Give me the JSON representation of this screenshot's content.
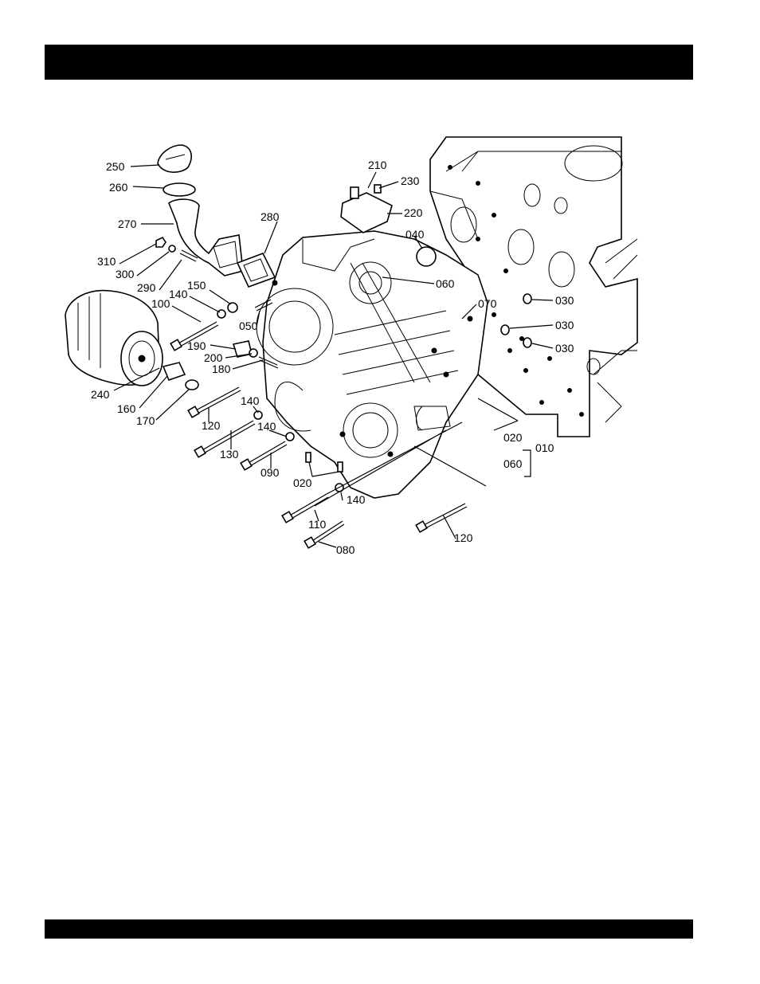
{
  "labels": {
    "p250": "250",
    "p260": "260",
    "p270": "270",
    "p280": "280",
    "p310": "310",
    "p300": "300",
    "p290": "290",
    "p150": "150",
    "p140a": "140",
    "p100": "100",
    "p050": "050",
    "p190": "190",
    "p200": "200",
    "p180": "180",
    "p240": "240",
    "p160": "160",
    "p170": "170",
    "p120a": "120",
    "p140b": "140",
    "p130": "130",
    "p140c": "140",
    "p090": "090",
    "p020a": "020",
    "p140d": "140",
    "p110": "110",
    "p080": "080",
    "p120b": "120",
    "p210": "210",
    "p230": "230",
    "p220": "220",
    "p040": "040",
    "p060a": "060",
    "p070": "070",
    "p030a": "030",
    "p030b": "030",
    "p030c": "030",
    "p020b": "020",
    "p060b": "060",
    "p010": "010"
  }
}
